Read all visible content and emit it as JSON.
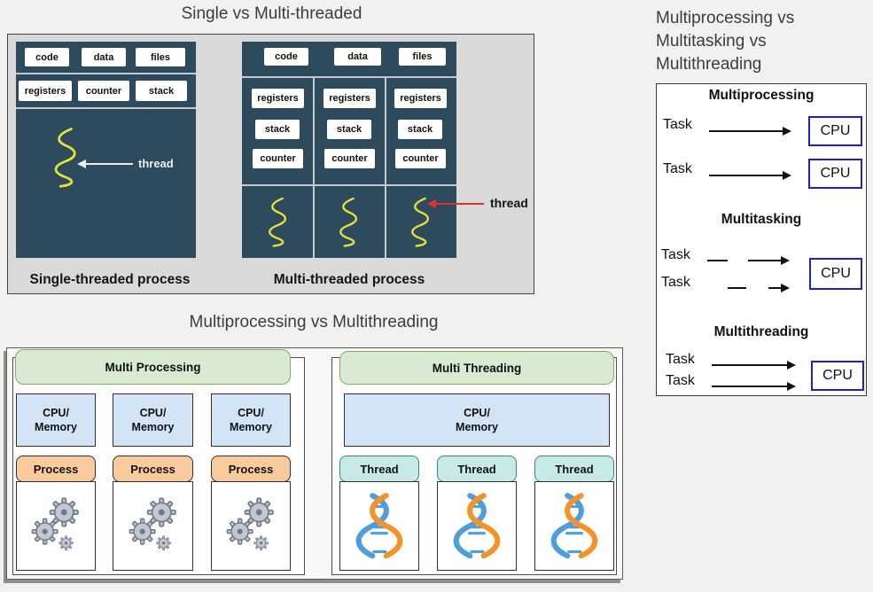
{
  "colors": {
    "page_bg": "#f1f1ef",
    "diagram_bg": "#d9d9d9",
    "dark_panel": "#2e4a5d",
    "thread_yellow": "#e3e33c",
    "red_arrow": "#e23030",
    "cpu_border_blue": "#1f1fcb",
    "green_header_bg": "#d9ead3",
    "blue_box_bg": "#d3e4f7",
    "orange_header_bg": "#f9cb9c",
    "teal_header_bg": "#c7e9e8"
  },
  "top_left": {
    "title": "Single vs Multi-threaded",
    "single": {
      "row1": [
        "code",
        "data",
        "files"
      ],
      "row2": [
        "registers",
        "counter",
        "stack"
      ],
      "thread_label": "thread",
      "caption": "Single-threaded process"
    },
    "multi": {
      "row1": [
        "code",
        "data",
        "files"
      ],
      "columns": [
        [
          "registers",
          "stack",
          "counter"
        ],
        [
          "registers",
          "stack",
          "counter"
        ],
        [
          "registers",
          "stack",
          "counter"
        ]
      ],
      "thread_label": "thread",
      "caption": "Multi-threaded process"
    }
  },
  "top_right": {
    "title_lines": [
      "Multiprocessing vs",
      "Multitasking vs",
      "Multithreading"
    ],
    "multiprocessing": {
      "heading": "Multiprocessing",
      "tasks": [
        "Task",
        "Task"
      ],
      "cpus": [
        "CPU",
        "CPU"
      ]
    },
    "multitasking": {
      "heading": "Multitasking",
      "tasks": [
        "Task",
        "Task"
      ],
      "cpu": "CPU"
    },
    "multithreading": {
      "heading": "Multithreading",
      "tasks": [
        "Task",
        "Task"
      ],
      "cpu": "CPU"
    }
  },
  "bottom": {
    "title": "Multiprocessing vs Multithreading",
    "multiprocessing": {
      "header": "Multi Processing",
      "columns": [
        {
          "cpu_line1": "CPU/",
          "cpu_line2": "Memory",
          "process": "Process"
        },
        {
          "cpu_line1": "CPU/",
          "cpu_line2": "Memory",
          "process": "Process"
        },
        {
          "cpu_line1": "CPU/",
          "cpu_line2": "Memory",
          "process": "Process"
        }
      ]
    },
    "multithreading": {
      "header": "Multi Threading",
      "cpu_line1": "CPU/",
      "cpu_line2": "Memory",
      "threads": [
        "Thread",
        "Thread",
        "Thread"
      ]
    }
  }
}
